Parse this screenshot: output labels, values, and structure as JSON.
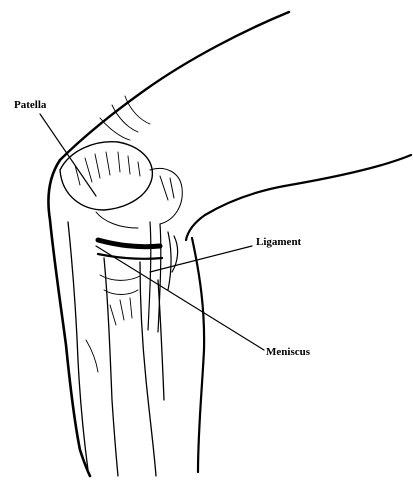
{
  "diagram": {
    "labels": {
      "patella": "Patella",
      "ligament": "Ligament",
      "meniscus": "Meniscus"
    },
    "line_color": "#000000",
    "background": "#ffffff"
  }
}
